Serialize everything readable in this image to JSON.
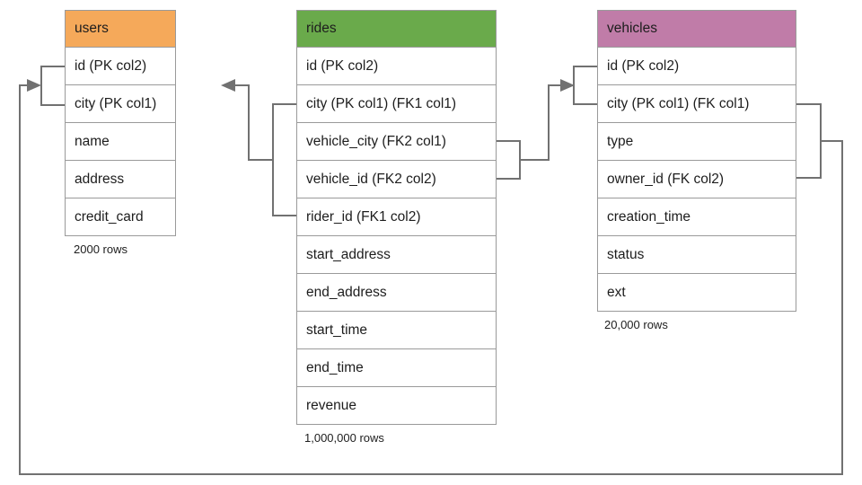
{
  "diagram": {
    "title": "Database schema relationships",
    "type": "entity-relationship-diagram",
    "background": "#ffffff",
    "line_color": "#717171",
    "border_color": "#9a9a9a"
  },
  "tables": [
    {
      "name": "users",
      "header_color": "#f5a95a",
      "row_count_label": "2000 rows",
      "columns": [
        "id (PK col2)",
        "city (PK col1)",
        "name",
        "address",
        "credit_card"
      ]
    },
    {
      "name": "rides",
      "header_color": "#6aaa4b",
      "row_count_label": "1,000,000 rows",
      "columns": [
        "id (PK col2)",
        "city (PK col1) (FK1 col1)",
        "vehicle_city (FK2 col1)",
        "vehicle_id (FK2 col2)",
        "rider_id (FK1 col2)",
        "start_address",
        "end_address",
        "start_time",
        "end_time",
        "revenue"
      ]
    },
    {
      "name": "vehicles",
      "header_color": "#c07ca8",
      "row_count_label": "20,000 rows",
      "columns": [
        "id (PK col2)",
        "city (PK col1) (FK col1)",
        "type",
        "owner_id (FK col2)",
        "creation_time",
        "status",
        "ext"
      ]
    }
  ],
  "relationships": [
    {
      "name": "rides-fk1-to-users",
      "from_table": "rides",
      "from_columns": [
        "city (PK col1) (FK1 col1)",
        "rider_id (FK1 col2)"
      ],
      "to_table": "users",
      "to_columns": [
        "id (PK col2)",
        "city (PK col1)"
      ]
    },
    {
      "name": "rides-fk2-to-vehicles",
      "from_table": "rides",
      "from_columns": [
        "vehicle_city (FK2 col1)",
        "vehicle_id (FK2 col2)"
      ],
      "to_table": "vehicles",
      "to_columns": [
        "id (PK col2)",
        "city (PK col1) (FK col1)"
      ]
    },
    {
      "name": "vehicles-fk-to-users",
      "from_table": "vehicles",
      "from_columns": [
        "city (PK col1) (FK col1)",
        "owner_id (FK col2)"
      ],
      "to_table": "users",
      "to_columns": [
        "id (PK col2)",
        "city (PK col1)"
      ]
    }
  ]
}
